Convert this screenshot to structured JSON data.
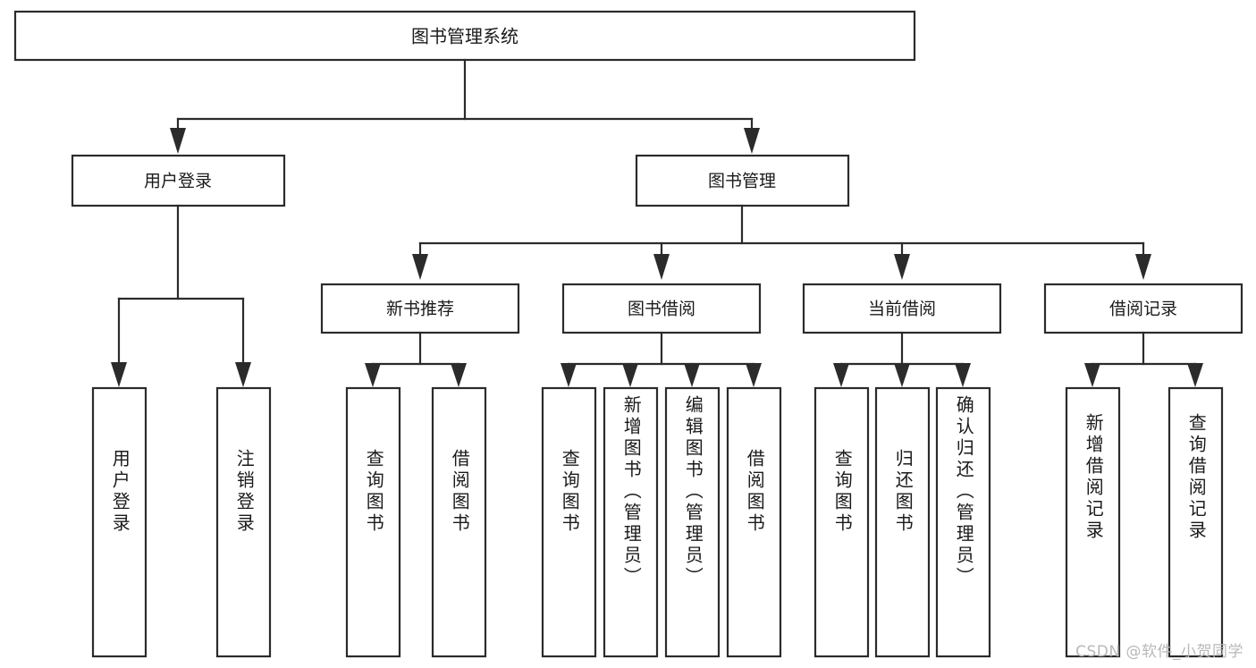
{
  "diagram": {
    "title": "图书管理系统",
    "type": "tree-hierarchy-chart",
    "watermark": "CSDN @软件_小贺同学",
    "colors": {
      "stroke": "#2b2b2b",
      "box_fill": "#ffffff",
      "text": "#1a1a1a",
      "background": "#ffffff",
      "watermark": "#b8b8b8"
    },
    "root": {
      "label": "图书管理系统"
    },
    "level2": [
      {
        "id": "user-login",
        "label": "用户登录"
      },
      {
        "id": "book-management",
        "label": "图书管理"
      }
    ],
    "level3": [
      {
        "id": "new-book-recommend",
        "label": "新书推荐"
      },
      {
        "id": "book-borrow",
        "label": "图书借阅"
      },
      {
        "id": "current-borrow",
        "label": "当前借阅"
      },
      {
        "id": "borrow-record",
        "label": "借阅记录"
      }
    ],
    "leaves": {
      "user_login": [
        {
          "id": "leaf-user-login",
          "label": "用户登录"
        },
        {
          "id": "leaf-logout",
          "label": "注销登录"
        }
      ],
      "new_book_recommend": [
        {
          "id": "leaf-query-book-1",
          "label": "查询图书"
        },
        {
          "id": "leaf-borrow-book-1",
          "label": "借阅图书"
        }
      ],
      "book_borrow": [
        {
          "id": "leaf-query-book-2",
          "label": "查询图书"
        },
        {
          "id": "leaf-add-book",
          "label": "新增图书（管理员）"
        },
        {
          "id": "leaf-edit-book",
          "label": "编辑图书（管理员）"
        },
        {
          "id": "leaf-borrow-book-2",
          "label": "借阅图书"
        }
      ],
      "current_borrow": [
        {
          "id": "leaf-query-book-3",
          "label": "查询图书"
        },
        {
          "id": "leaf-return-book",
          "label": "归还图书"
        },
        {
          "id": "leaf-confirm-return",
          "label": "确认归还（管理员）"
        }
      ],
      "borrow_record": [
        {
          "id": "leaf-add-record",
          "label": "新增借阅记录"
        },
        {
          "id": "leaf-query-record",
          "label": "查询借阅记录"
        }
      ]
    }
  }
}
